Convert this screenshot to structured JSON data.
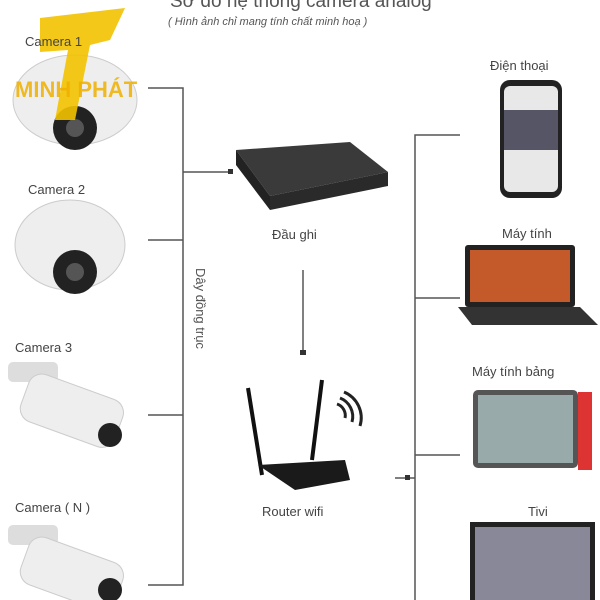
{
  "title": "Sơ đồ hệ thống camera analog",
  "subtitle": "( Hình ảnh chỉ mang tính chất minh hoạ )",
  "logo": {
    "text": "MINH PHÁT",
    "color": "#f2c200"
  },
  "cameras": [
    {
      "label": "Camera 1"
    },
    {
      "label": "Camera 2"
    },
    {
      "label": "Camera 3"
    },
    {
      "label": "Camera ( N )"
    }
  ],
  "cable_label": "Dây đồng trục",
  "recorder_label": "Đầu ghi",
  "router_label": "Router wifi",
  "devices": [
    {
      "label": "Điện thoại"
    },
    {
      "label": "Máy tính"
    },
    {
      "label": "Máy tính bảng"
    },
    {
      "label": "Tivi"
    }
  ]
}
